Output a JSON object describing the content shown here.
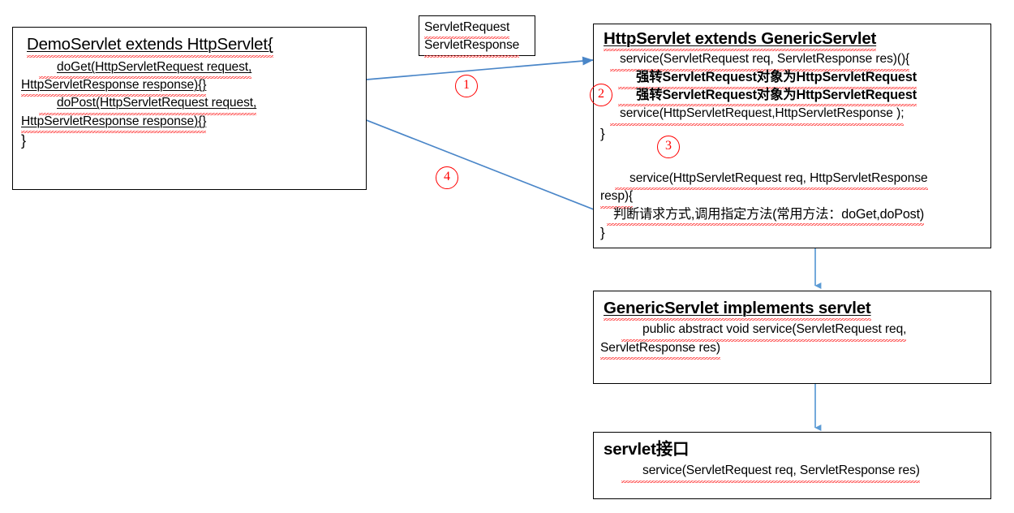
{
  "colors": {
    "box_border": "#000000",
    "arrow": "#4a86c8",
    "marker": "#ff0000",
    "text": "#000000",
    "spellcheck": "#ff3b3b",
    "background": "#ffffff"
  },
  "boxes": {
    "demo_servlet": {
      "title": "DemoServlet  extends HttpServlet{",
      "lines": [
        "doGet(HttpServletRequest request,",
        "HttpServletResponse response){}",
        "doPost(HttpServletRequest request,",
        "HttpServletResponse response){}",
        "}"
      ]
    },
    "servlet_types": {
      "lines": [
        "ServletRequest",
        "ServletResponse"
      ]
    },
    "http_servlet": {
      "title": "HttpServlet extends GenericServlet",
      "line1": "service(ServletRequest req, ServletResponse res)(){",
      "cast1": "强转ServletRequest对象为HttpServletRequest",
      "cast2": "强转ServletRequest对象为HttpServletRequest",
      "line2": "service(HttpServletRequest,HttpServletResponse );",
      "closing1": "}",
      "line3": "service(HttpServletRequest req, HttpServletResponse",
      "line4": "resp){",
      "line5": "判断请求方式,调用指定方法(常用方法：doGet,doPost)",
      "closing2": "}"
    },
    "generic_servlet": {
      "title": "GenericServlet  implements  servlet",
      "line1": "public abstract void service(ServletRequest req,",
      "line2": "ServletResponse res)"
    },
    "servlet_interface": {
      "title": "servlet接口",
      "line1": "service(ServletRequest req, ServletResponse res)"
    }
  },
  "markers": [
    {
      "id": "marker-1",
      "label": "①",
      "text": "1"
    },
    {
      "id": "marker-2",
      "label": "②",
      "text": "2"
    },
    {
      "id": "marker-3",
      "label": "③",
      "text": "3"
    },
    {
      "id": "marker-4",
      "label": "④",
      "text": "4"
    }
  ],
  "marker_numbers": {
    "one": "1",
    "two": "2",
    "three": "3",
    "four": "4"
  },
  "flow": {
    "arrow_1_desc": "DemoServlet to HttpServlet.service(ServletRequest,ServletResponse)",
    "arrow_2_desc": "service(ServletRequest...) to service(HttpServletRequest,HttpServletResponse)",
    "arrow_3_desc": "service(HttpServletRequest,HttpServletResponse) to service(HttpServletRequest req, HttpServletResponse resp)",
    "arrow_4_desc": "HttpServlet back to DemoServlet doGet/doPost",
    "arrow_inherit_1_desc": "HttpServlet extends GenericServlet",
    "arrow_inherit_2_desc": "GenericServlet implements servlet interface"
  }
}
